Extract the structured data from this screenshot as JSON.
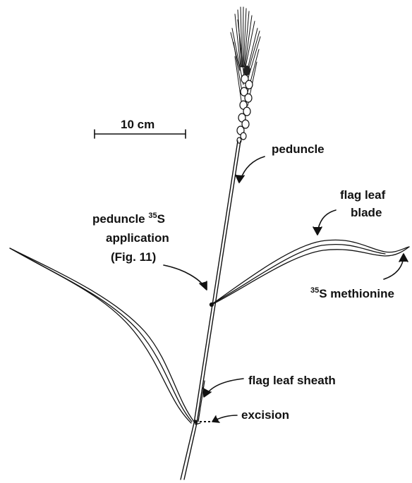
{
  "scale_bar": {
    "label": "10 cm"
  },
  "labels": {
    "peduncle": "peduncle",
    "peduncle_app_line1_pre": "peduncle ",
    "peduncle_app_line1_sup": "35",
    "peduncle_app_line1_post": "S",
    "peduncle_app_line2": "application",
    "peduncle_app_line3": "(Fig. 11)",
    "flag_leaf_blade_line1": "flag leaf",
    "flag_leaf_blade_line2": "blade",
    "methionine_sup": "35",
    "methionine_text": "S methionine",
    "flag_leaf_sheath": "flag leaf sheath",
    "excision": "excision"
  }
}
